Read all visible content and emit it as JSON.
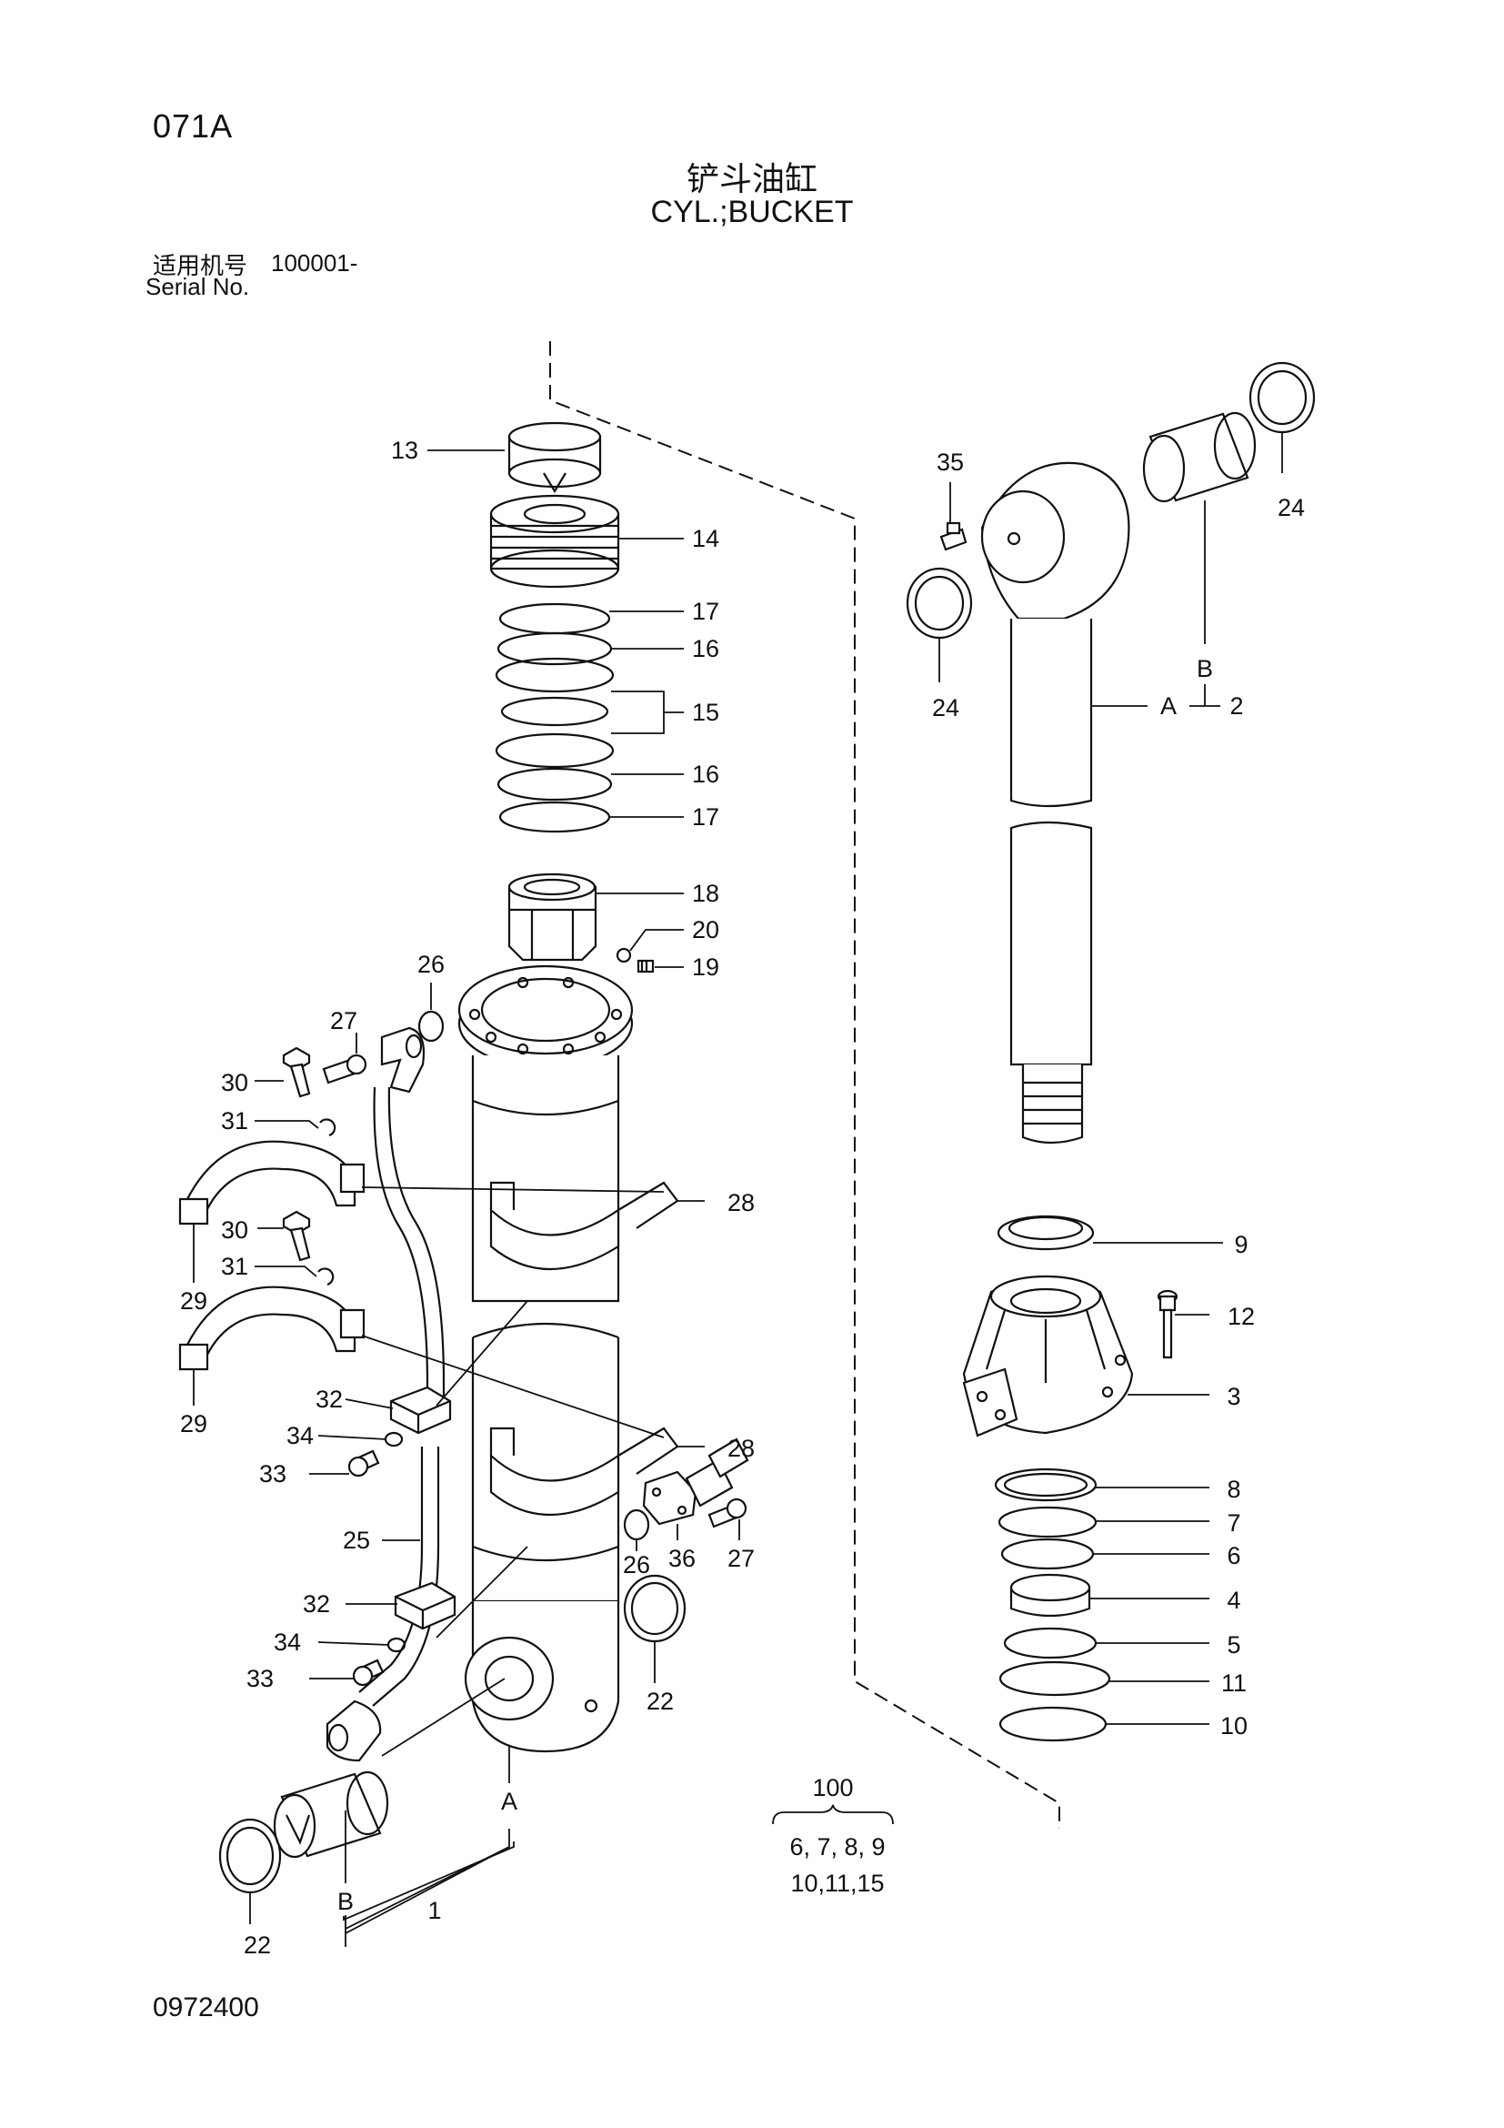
{
  "header": {
    "page_code": "071A",
    "title_cn": "铲斗油缸",
    "title_en": "CYL.;BUCKET",
    "serial_label_cn": "适用机号",
    "serial_value": "100001-",
    "serial_label_en": "Serial No."
  },
  "footer": {
    "doc_number": "0972400"
  },
  "callouts": {
    "n1": "1",
    "n2": "2",
    "n3": "3",
    "n4": "4",
    "n5": "5",
    "n6": "6",
    "n7": "7",
    "n8": "8",
    "n9": "9",
    "n10": "10",
    "n11": "11",
    "n12": "12",
    "n13": "13",
    "n14": "14",
    "n15": "15",
    "n16": "16",
    "n17": "17",
    "n18": "18",
    "n19": "19",
    "n20": "20",
    "n22": "22",
    "n24": "24",
    "n25": "25",
    "n26": "26",
    "n27": "27",
    "n28": "28",
    "n29": "29",
    "n30": "30",
    "n31": "31",
    "n32": "32",
    "n33": "33",
    "n34": "34",
    "n35": "35",
    "n36": "36",
    "ref_a": "A",
    "ref_b": "B"
  },
  "kit": {
    "number": "100",
    "line1": "6, 7, 8, 9",
    "line2": "10,11,15"
  }
}
